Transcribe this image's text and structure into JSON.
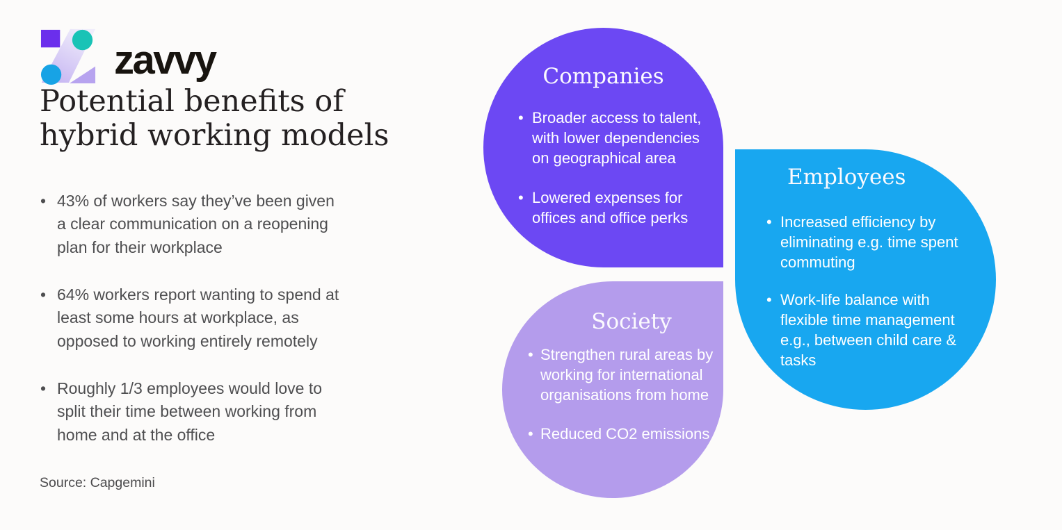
{
  "background": "#FCFBFA",
  "brand": {
    "wordmark": "zavvy"
  },
  "logo": {
    "square_color": "#6B2FEC",
    "teal_color": "#19C3B6",
    "blue_color": "#17A3E5",
    "ribbon_light": "#F0EDFB",
    "ribbon_dark": "#C6B5F2",
    "triangle_color": "#B7A3EF"
  },
  "title": "Potential benefits of hybrid working models",
  "title_color": "#242021",
  "stats": [
    "43% of workers say they’ve been given a clear communication on a reopening plan for their workplace",
    "64% workers report wanting to spend at least some hours at workplace, as opposed to working entirely remotely",
    "Roughly 1/3 employees would love to split their time between working from home and at the office"
  ],
  "stats_color": "#4E4E50",
  "source": "Source: Capgemini",
  "groups": [
    {
      "title": "Companies",
      "color": "#6C48F3",
      "text_color": "#FFFFFF",
      "items": [
        "Broader access to talent, with lower dependencies on geographical area",
        "Lowered expenses for offices and office perks"
      ]
    },
    {
      "title": "Society",
      "color": "#B49CEC",
      "text_color": "#FFFFFF",
      "items": [
        "Strengthen rural areas by working for international organisations from home",
        "Reduced CO2 emissions"
      ]
    },
    {
      "title": "Employees",
      "color": "#18A7F0",
      "text_color": "#FFFFFF",
      "items": [
        "Increased efficiency by eliminating e.g. time spent commuting",
        "Work-life balance with flexible time management e.g., between child care & tasks"
      ]
    }
  ]
}
